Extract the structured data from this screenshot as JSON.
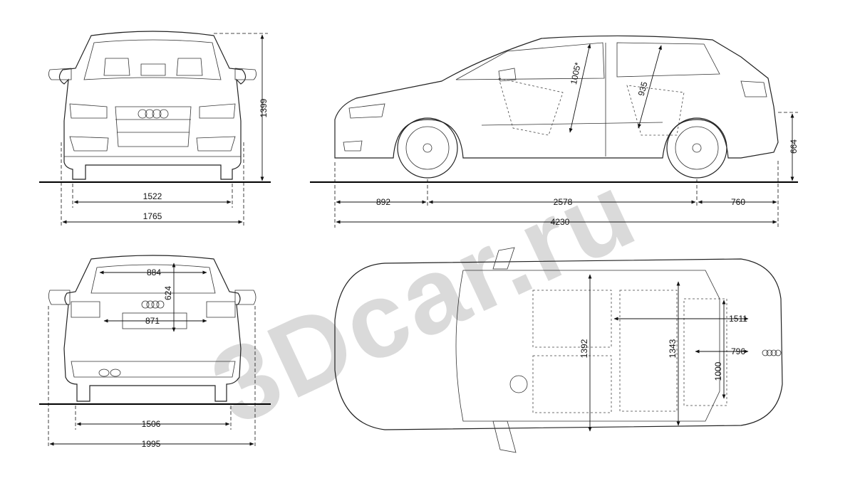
{
  "watermark": "3Dcar.ru",
  "front_view": {
    "dimensions": {
      "height": "1399",
      "track": "1522",
      "width": "1765"
    }
  },
  "side_view": {
    "dimensions": {
      "front_overhang": "892",
      "wheelbase": "2578",
      "rear_overhang": "760",
      "length": "4230",
      "door_diagonal": "1005*",
      "rear_diagonal": "935",
      "tailgate_height": "664"
    }
  },
  "rear_view": {
    "dimensions": {
      "window_width": "884",
      "window_height": "624",
      "plate_width": "871",
      "track": "1506",
      "width_mirrors": "1995"
    }
  },
  "top_view": {
    "dimensions": {
      "interior_width_front": "1392",
      "interior_width_rear": "1343",
      "cargo_length_max": "1511",
      "cargo_length": "796",
      "cargo_width": "1000"
    }
  }
}
